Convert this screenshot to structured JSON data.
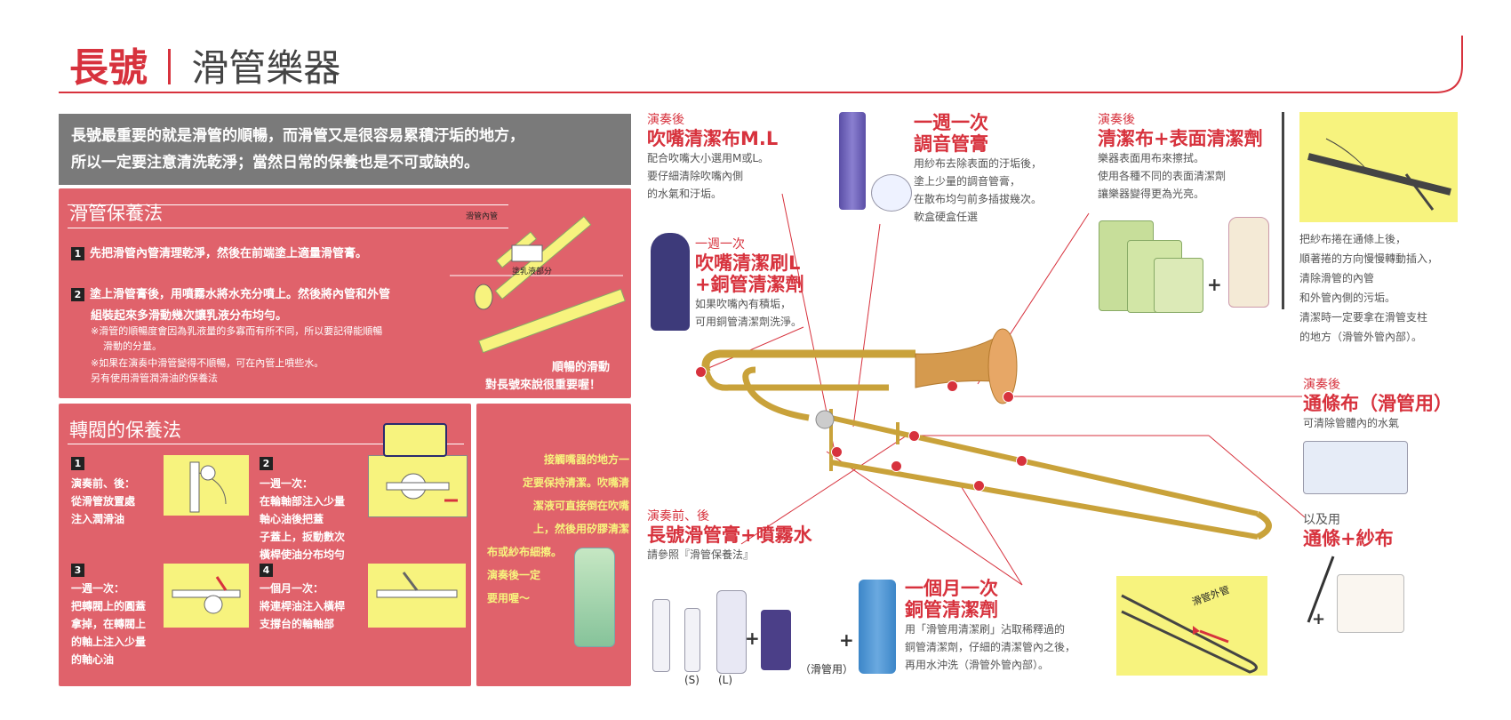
{
  "header": {
    "title_a": "長號",
    "title_b": "滑管樂器"
  },
  "intro": {
    "line1": "長號最重要的就是滑管的順暢，而滑管又是很容易累積汙垢的地方，",
    "line2": "所以一定要注意清洗乾淨；當然日常的保養也是不可或缺的。"
  },
  "slide_care": {
    "title": "滑管保養法",
    "step1_num": "1",
    "step1": "先把滑管內管清理乾淨，然後在前端塗上適量滑管膏。",
    "step2_num": "2",
    "step2_a": "塗上滑管膏後，用噴霧水將水充分噴上。然後將內管和外管",
    "step2_b": "組裝起來多滑動幾次讓乳液分布均勻。",
    "note1_a": "※滑管的順暢度會因為乳液量的多寡而有所不同，所以要記得能順暢",
    "note1_b": "滑動的分量。",
    "note2": "※如果在演奏中滑管變得不順暢，可在內管上噴些水。",
    "note3": "另有使用滑管潤滑油的保養法",
    "fig_label1": "滑管內管",
    "fig_label2": "塗乳液部分",
    "emph1": "順暢的滑動",
    "emph2": "對長號來說很重要喔！"
  },
  "valve_care": {
    "title": "轉閥的保養法",
    "s1_num": "1",
    "s1_a": "演奏前、後：",
    "s1_b": "從滑管放置處",
    "s1_c": "注入潤滑油",
    "s2_num": "2",
    "s2_a": "一週一次：",
    "s2_b": "在輪軸部注入少量",
    "s2_c": "軸心油後把蓋",
    "s2_d": "子蓋上，扳動數次",
    "s2_e": "橫桿使油分布均勻",
    "s3_num": "3",
    "s3_a": "一週一次：",
    "s3_b": "把轉閥上的圓蓋",
    "s3_c": "拿掉，在轉閥上",
    "s3_d": "的軸上注入少量",
    "s3_e": "的軸心油",
    "s4_num": "4",
    "s4_a": "一個月一次：",
    "s4_b": "將連桿油注入橫桿",
    "s4_c": "支撐台的輪軸部"
  },
  "mouthpiece_tip": {
    "l1": "接觸嘴器的地方一",
    "l2": "定要保持清潔。吹嘴清",
    "l3": "潔液可直接倒在吹嘴",
    "l4": "上，然後用矽膠清潔",
    "l5": "布或紗布細擦。",
    "l6": "演奏後一定",
    "l7": "要用喔～"
  },
  "mouthpiece_cloth": {
    "sub": "演奏後",
    "title": "吹嘴清潔布M.L",
    "l1": "配合吹嘴大小選用M或L。",
    "l2": "要仔細清除吹嘴內側",
    "l3": "的水氣和汙垢。"
  },
  "tuning_grease": {
    "title_a": "一週一次",
    "title_b": "調音管膏",
    "l1": "用紗布去除表面的汙垢後，",
    "l2": "塗上少量的調音管膏，",
    "l3": "在散布均勻前多插拔幾次。",
    "l4": "軟盒硬盒任選"
  },
  "polish": {
    "sub": "演奏後",
    "title": "清潔布+表面清潔劑",
    "l1": "樂器表面用布來擦拭。",
    "l2": "使用各種不同的表面清潔劑",
    "l3": "讓樂器變得更為光亮。"
  },
  "wrap_text": {
    "l1": "把紗布捲在通條上後，",
    "l2": "順著捲的方向慢慢轉動插入，",
    "l3": "清除滑管的內管",
    "l4": "和外管內側的污垢。",
    "l5": "清潔時一定要拿在滑管支柱",
    "l6": "的地方（滑管外管內部）。"
  },
  "brush": {
    "sub": "一週一次",
    "title_a": "吹嘴清潔刷L",
    "title_b": "+銅管清潔劑",
    "l1": "如果吹嘴內有積垢，",
    "l2": "可用銅管清潔劑洗淨。"
  },
  "swab": {
    "sub": "演奏後",
    "title": "通條布（滑管用）",
    "l1": "可清除管體內的水氣"
  },
  "rod": {
    "sub": "以及用",
    "title": "通條+紗布"
  },
  "slide_cream": {
    "sub": "演奏前、後",
    "title": "長號滑管膏+噴霧水",
    "l1": "請參照『滑管保養法』",
    "size_s": "(S)",
    "size_l": "(L)"
  },
  "monthly": {
    "title_a": "一個月一次",
    "title_b": "銅管清潔劑",
    "l1": "用「滑管用清潔刷」沾取稀釋過的",
    "l2": "銅管清潔劑，仔細的清潔管內之後，",
    "l3": "再用水沖洗（滑管外管內部）。",
    "tag": "（滑管用）",
    "outer_label": "滑管外管"
  },
  "plus": "+",
  "colors": {
    "accent": "#d7323d",
    "panel": "#e0626b",
    "intro_bg": "#7a7a7a",
    "highlight": "#f7f37e",
    "brass": "#d9b24a"
  }
}
